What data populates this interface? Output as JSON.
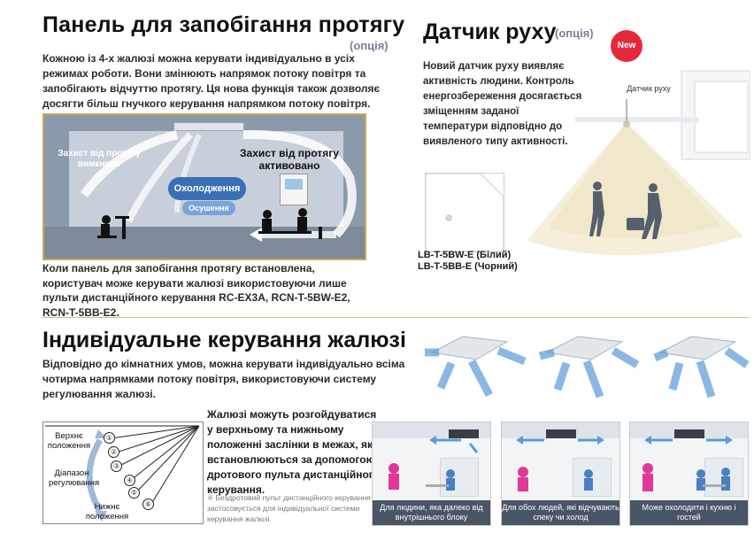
{
  "draft_panel": {
    "title": "Панель для запобігання протягу",
    "option": "(опція)",
    "description": "Кожною із 4-х жалюзі можна керувати індивідуально в усіх режимах роботи. Вони змінюють напрямок потоку повітря та запобігають відчуттю протягу. Ця нова функція також дозволяє досягти більш гнучкого керування напрямком потоку повітря.",
    "room": {
      "left_label": "Захист від протягу вимкнено",
      "right_label": "Захист від протягу активовано",
      "cool_badge": "Охолодження",
      "dry_badge": "Осушення"
    },
    "footer": "Коли панель для запобігання протягу встановлена, користувач може керувати жалюзі використовуючи лише пульти дистанційного керування RC-EX3A, RCN-T-5BW-E2, RCN-T-5BB-E2."
  },
  "motion_sensor": {
    "title": "Датчик руху",
    "option": "(опція)",
    "new_badge": "New",
    "description": "Новий датчик руху виявляє активність людини. Контроль енергозбереження досягається зміщенням заданої температури відповідно до виявленого типу активності.",
    "sensor_label": "Датчик руху",
    "models": [
      "LB-T-5BW-E (Білий)",
      "LB-T-5BB-E (Чорний)"
    ]
  },
  "louver_control": {
    "title": "Індивідуальне керування жалюзі",
    "description": "Відповідно до кімнатних умов, можна керувати індивідуально всіма чотирма напрямками потоку повітря, використовуючи систему регулювання жалюзі.",
    "range": {
      "top_label": "Верхнє положення",
      "middle_label": "Діапазон регулювання",
      "bottom_label": "Нижнє положення",
      "positions": [
        "①",
        "②",
        "③",
        "④",
        "⑤",
        "⑥"
      ]
    },
    "swing_text": "Жалюзі можуть розгойдуватися у верхньому та нижньому положенні заслінки в межах, які встановлюються за допомогою дротового пульта дистанційного керування.",
    "note_mark": "※",
    "note_text": "Бездротовий пульт дистанційного керування не застосовується для індивідуальної системи керування жалюзі.",
    "scenarios": [
      {
        "caption": "Для людини, яка далеко від внутрішнього блоку"
      },
      {
        "caption": "Для обох людей, які відчувають спеку чи холод"
      },
      {
        "caption": "Може охолодити і кухню і гостей"
      }
    ]
  },
  "colors": {
    "accent_red": "#e5283a",
    "airflow_blue": "#5a9bd8",
    "room_border": "#caa757",
    "divider": "#b9c58f"
  }
}
